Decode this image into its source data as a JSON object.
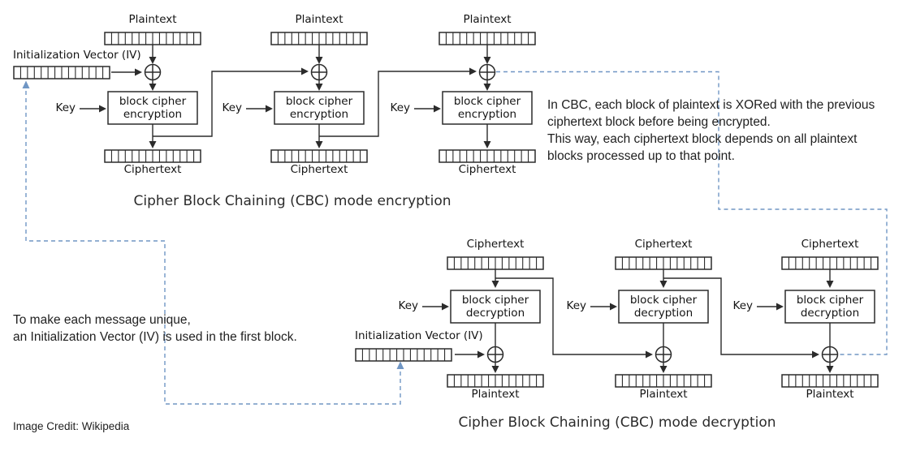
{
  "colors": {
    "line": "#2b2b2b",
    "dashed_annotation": "#7096c4",
    "text": "#141414",
    "background": "#ffffff"
  },
  "encryption": {
    "title": "Cipher Block Chaining (CBC) mode encryption",
    "iv_label": "Initialization Vector (IV)",
    "columns": [
      {
        "top_label": "Plaintext",
        "key_label": "Key",
        "box_line1": "block cipher",
        "box_line2": "encryption",
        "bottom_label": "Ciphertext"
      },
      {
        "top_label": "Plaintext",
        "key_label": "Key",
        "box_line1": "block cipher",
        "box_line2": "encryption",
        "bottom_label": "Ciphertext"
      },
      {
        "top_label": "Plaintext",
        "key_label": "Key",
        "box_line1": "block cipher",
        "box_line2": "encryption",
        "bottom_label": "Ciphertext"
      }
    ]
  },
  "decryption": {
    "title": "Cipher Block Chaining (CBC) mode decryption",
    "iv_label": "Initialization Vector (IV)",
    "columns": [
      {
        "top_label": "Ciphertext",
        "key_label": "Key",
        "box_line1": "block cipher",
        "box_line2": "decryption",
        "bottom_label": "Plaintext"
      },
      {
        "top_label": "Ciphertext",
        "key_label": "Key",
        "box_line1": "block cipher",
        "box_line2": "decryption",
        "bottom_label": "Plaintext"
      },
      {
        "top_label": "Ciphertext",
        "key_label": "Key",
        "box_line1": "block cipher",
        "box_line2": "decryption",
        "bottom_label": "Plaintext"
      }
    ]
  },
  "annotations": {
    "right_note": "In CBC, each block of plaintext is XORed with the previous\nciphertext block before being encrypted.\nThis way, each ciphertext block depends on all plaintext\nblocks processed up to that point.",
    "left_note": "To make each message unique,\nan Initialization Vector (IV) is used in the first block.",
    "credit": "Image Credit: Wikipedia"
  }
}
